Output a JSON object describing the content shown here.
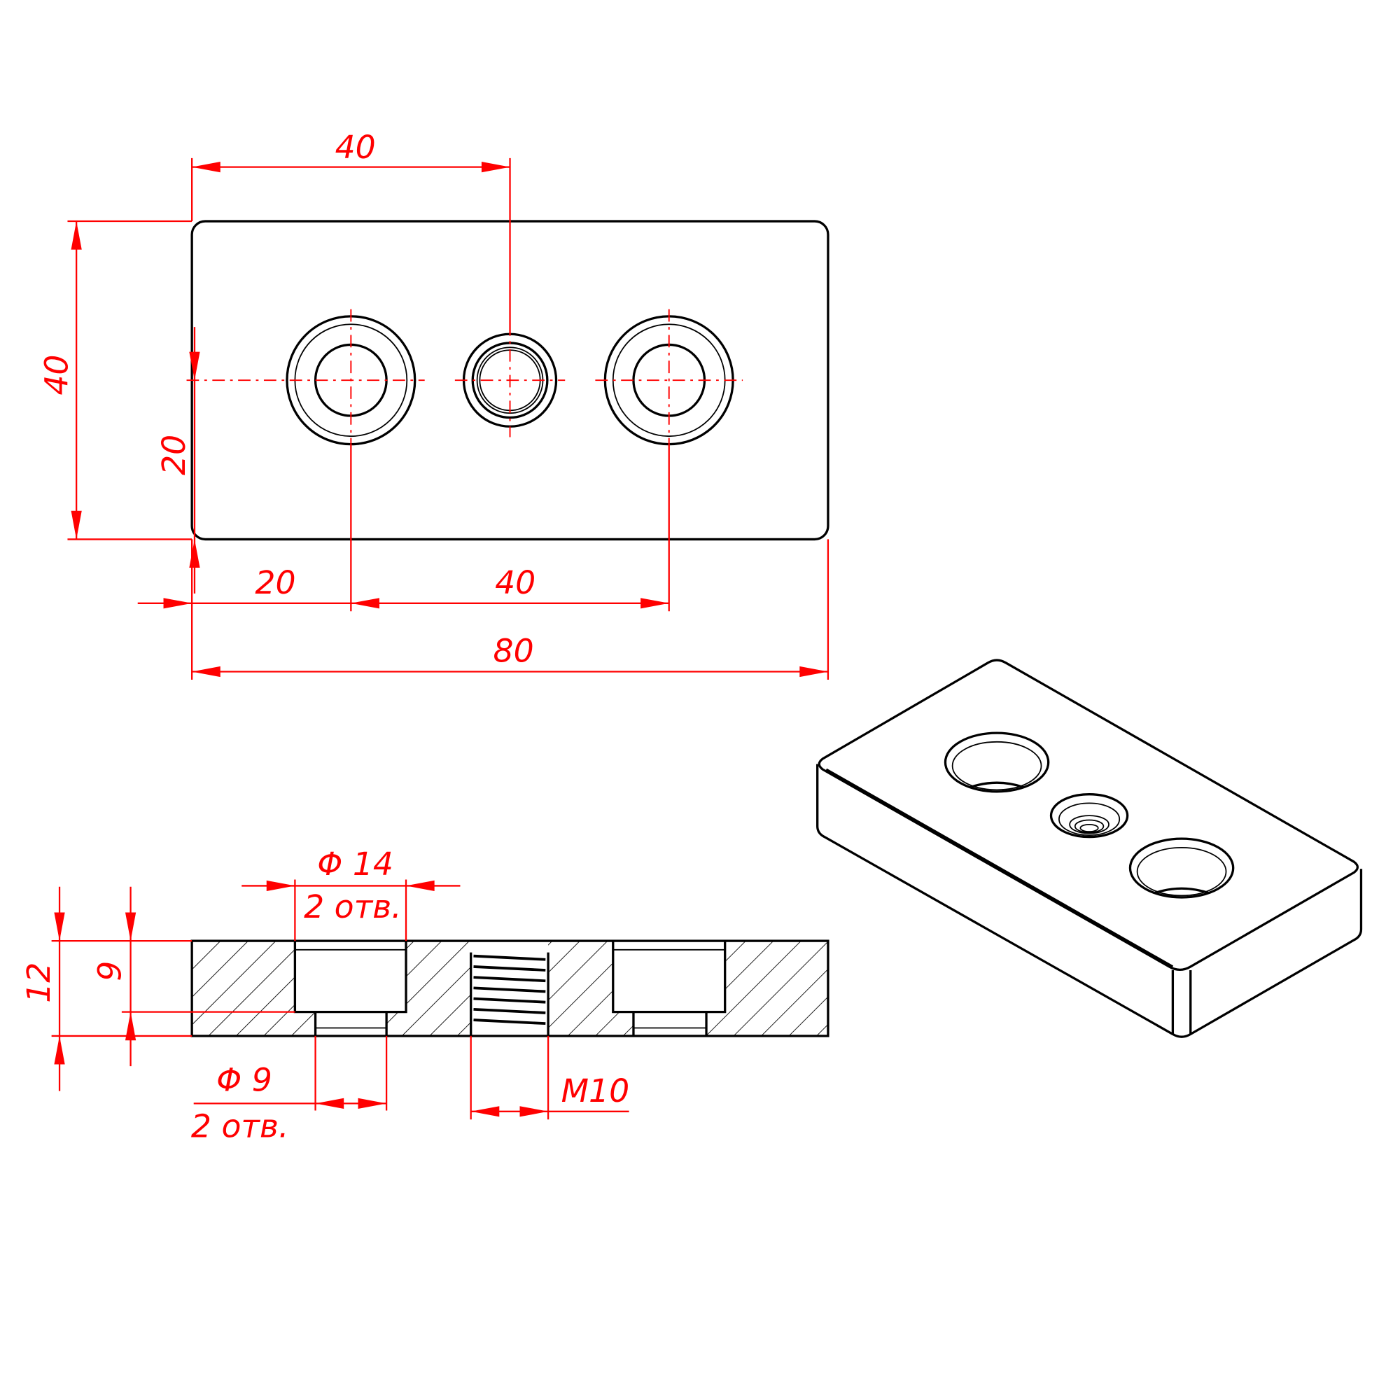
{
  "top_view": {
    "dim_hole_spacing_top": "40",
    "dim_height": "40",
    "dim_center_height": "20",
    "dim_edge_to_hole": "20",
    "dim_hole_spacing_bottom": "40",
    "dim_length": "80"
  },
  "section_view": {
    "dim_counterbore_diameter": "Φ 14",
    "counterbore_count": "2 отв.",
    "dim_hole_diameter": "Φ 9",
    "hole_count": "2 отв.",
    "dim_thread": "M10",
    "dim_thickness": "12",
    "dim_counterbore_depth": "9"
  },
  "colors": {
    "outline": "#000000",
    "dimension": "#ff0000"
  }
}
